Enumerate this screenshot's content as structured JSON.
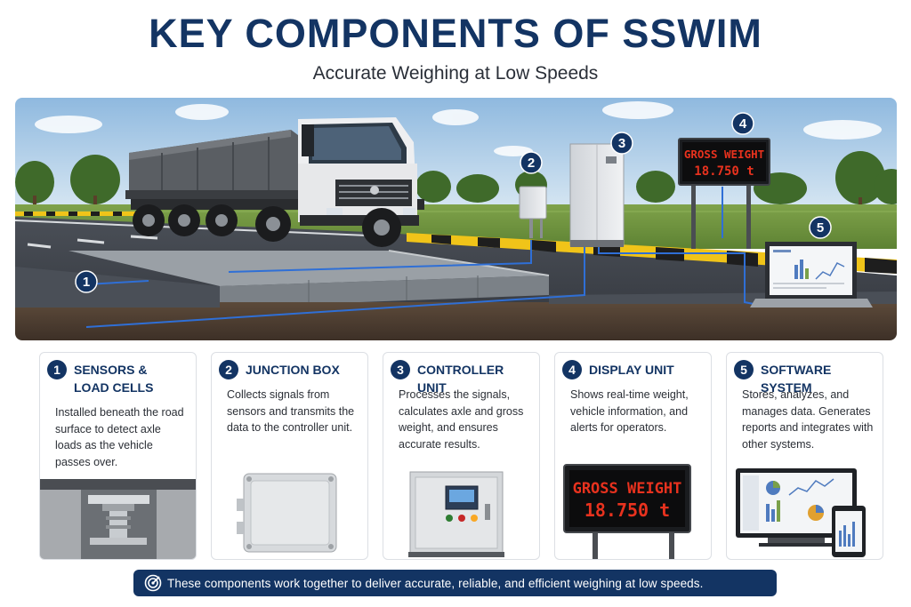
{
  "header": {
    "title": "KEY COMPONENTS OF SSWIM",
    "subtitle": "Accurate Weighing at Low Speeds"
  },
  "scene": {
    "markers": [
      "1",
      "2",
      "3",
      "4",
      "5"
    ],
    "sign_line1": "GROSS WEIGHT",
    "sign_line2": "18.750 t"
  },
  "cards": [
    {
      "number": "1",
      "title": "SENSORS &\nLOAD CELLS",
      "description": "Installed beneath the road surface to detect axle loads as the vehicle passes over.",
      "icon": "load-cell-image"
    },
    {
      "number": "2",
      "title": "JUNCTION BOX",
      "description": "Collects signals from sensors and transmits the data to the controller unit.",
      "icon": "junction-box-image"
    },
    {
      "number": "3",
      "title": "CONTROLLER UNIT",
      "description": "Processes the signals, calculates axle and gross weight, and ensures accurate results.",
      "icon": "controller-cabinet-image"
    },
    {
      "number": "4",
      "title": "DISPLAY UNIT",
      "description": "Shows real-time weight, vehicle information, and alerts for operators.",
      "icon": "led-display-image",
      "display_line1": "GROSS WEIGHT",
      "display_line2": "18.750 t"
    },
    {
      "number": "5",
      "title": "SOFTWARE SYSTEM",
      "description": "Stores, analyzes, and manages data. Generates reports and integrates with other systems.",
      "icon": "software-devices-image"
    }
  ],
  "footer": {
    "text": "These components work together to deliver accurate, reliable, and efficient weighing at low speeds.",
    "icon": "target-icon"
  },
  "colors": {
    "navy": "#133463",
    "led_red": "#e8321e",
    "cable_blue": "#2f6fd6"
  }
}
